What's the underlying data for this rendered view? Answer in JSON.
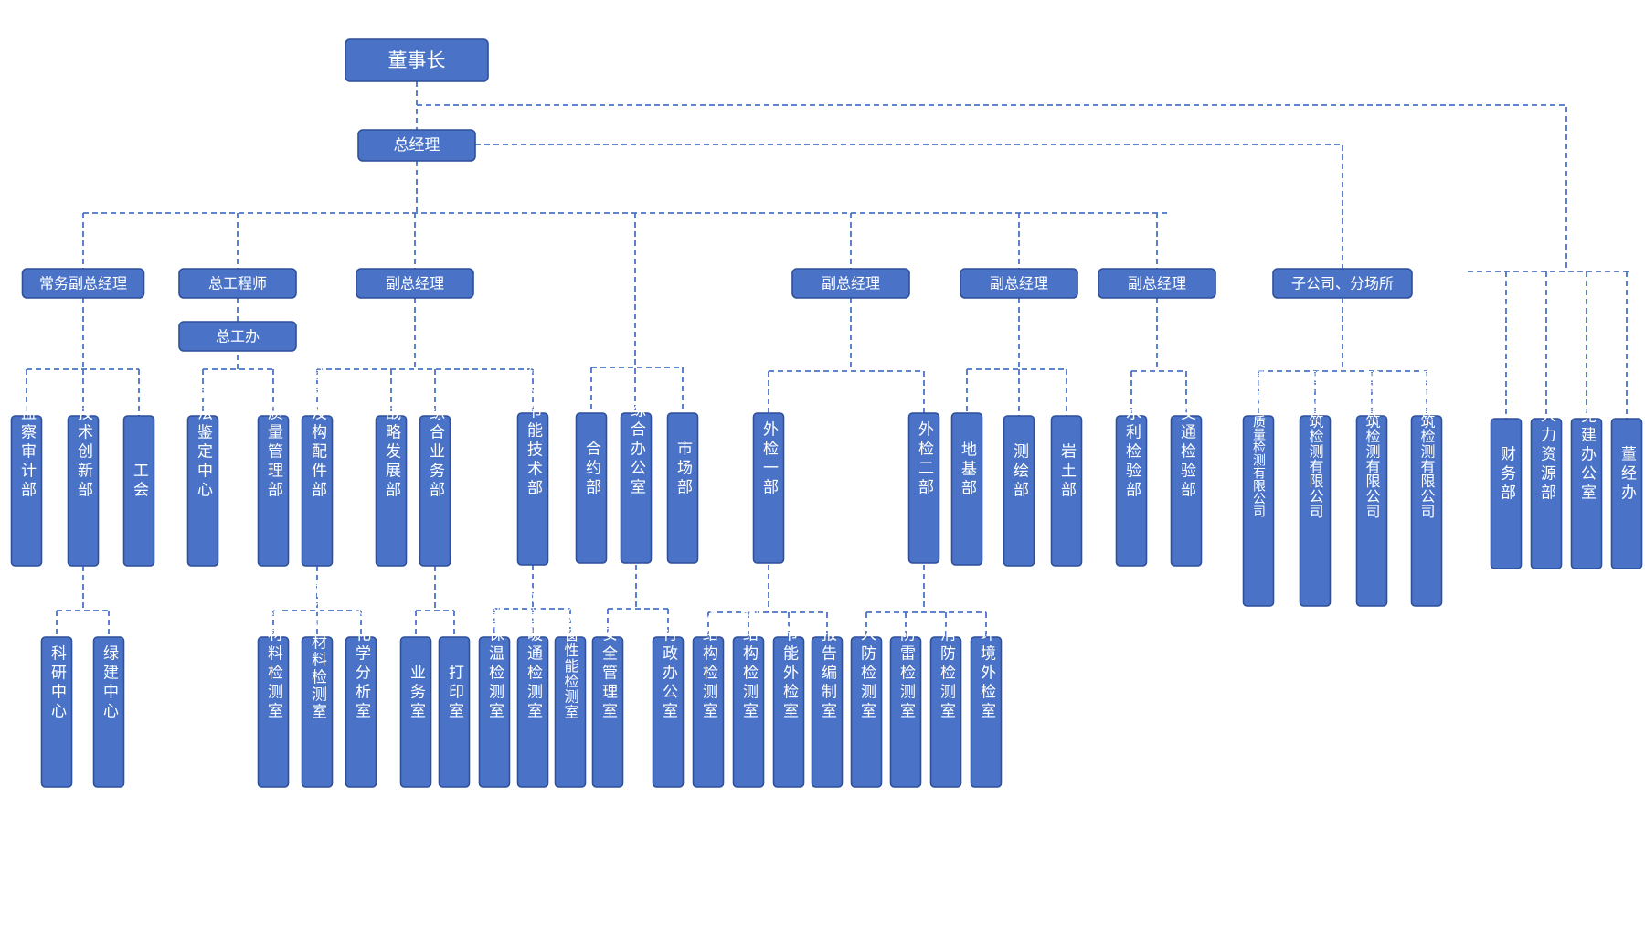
{
  "org": {
    "chairman": "董事长",
    "gm": "总经理",
    "managers": [
      "常务副总经理",
      "总工程师",
      "副总经理",
      "副总经理",
      "副总经理",
      "副总经理",
      "子公司、分场所"
    ],
    "chief_office": "总工办",
    "level3": [
      "监察审计部",
      "技术创新部",
      "工会",
      "司法鉴定中心",
      "质量管理部",
      "建材及构配件部",
      "战略发展部",
      "综合业务部",
      "建材节能技术部",
      "合约部",
      "综合办公室",
      "市场部",
      "外检一部",
      "外检二部",
      "地基部",
      "测绘部",
      "岩土部",
      "水利检验部",
      "交通检验部",
      "河北智建工程质量检测有限公司",
      "河北智永建筑检测有限公司",
      "河北智贸建筑检测有限公司",
      "河北智研建筑检测有限公司",
      "财务部",
      "人力资源部",
      "党建办公室",
      "董经办"
    ],
    "level4": [
      "科研中心",
      "绿建中心",
      "结构材料检测室",
      "非结构材料检测室",
      "建材化学分析室",
      "业务室",
      "打印室",
      "节能保温检测室",
      "节能暖通检测室",
      "建筑外窗性能检测室",
      "安全管理室",
      "行政办公室",
      "主体结构检测室",
      "钢结构检测室",
      "节能外检室",
      "报告编制室",
      "人防检测室",
      "防雷检测室",
      "消防检测室",
      "环境外检室"
    ]
  }
}
